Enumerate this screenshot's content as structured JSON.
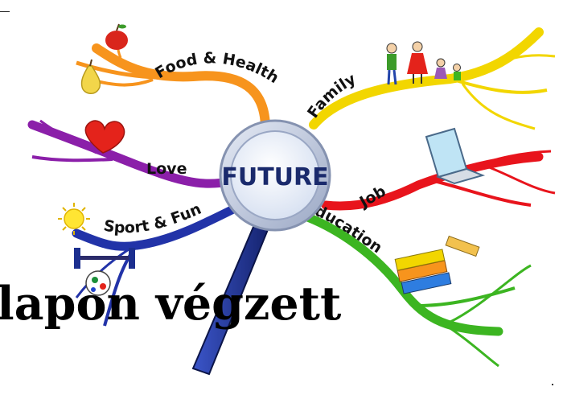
{
  "center": {
    "label": "FUTURE"
  },
  "branches": [
    {
      "id": "food",
      "label": "Food & Health",
      "color": "#f7941d"
    },
    {
      "id": "love",
      "label": "Love",
      "color": "#8b1fa9"
    },
    {
      "id": "sport",
      "label": "Sport & Fun",
      "color": "#2233a8"
    },
    {
      "id": "family",
      "label": "Family",
      "color": "#f2d600"
    },
    {
      "id": "job",
      "label": "Job",
      "color": "#e8141c"
    },
    {
      "id": "education",
      "label": "Education",
      "color": "#3cb521"
    }
  ],
  "overlay": {
    "text": "lapon végzett"
  },
  "colors": {
    "lens_ring": "#c9d3e8",
    "lens_fill": "#eef3fb",
    "handle": "#1c2f8f",
    "center_text": "#1a2a6c"
  }
}
